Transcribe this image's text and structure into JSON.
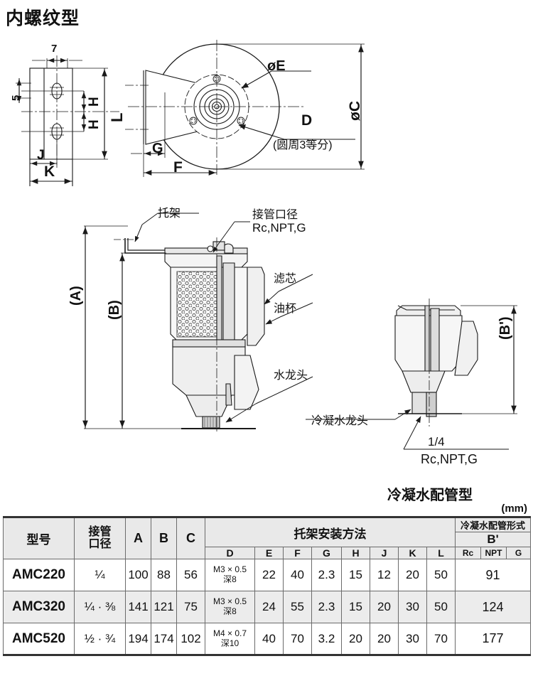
{
  "page": {
    "title": "内螺纹型",
    "unit_note": "(mm)"
  },
  "drawings": {
    "bracket_top_view": {
      "dim_7": "7",
      "dim_5": "5",
      "dim_H_upper": "H",
      "dim_H_lower": "H",
      "dim_L": "L",
      "dim_J": "J",
      "dim_K": "K"
    },
    "front_view": {
      "dim_G": "G",
      "dim_F": "F",
      "dim_oE": "øE",
      "dim_D": "D",
      "note_D": "(圆周3等分)",
      "dim_oC": "øC"
    },
    "section_view": {
      "label_bracket": "托架",
      "label_port": "接管口径",
      "label_port_sub": "Rc,NPT,G",
      "label_element": "滤芯",
      "label_bowl": "油杯",
      "label_drain": "水龙头",
      "dim_A": "(A)",
      "dim_B": "(B)"
    },
    "condensate_view": {
      "label_drain": "冷凝水龙头",
      "thread_size": "1/4",
      "thread_types": "Rc,NPT,G",
      "dim_Bprime": "(B')",
      "caption": "冷凝水配管型"
    }
  },
  "table": {
    "headers": {
      "model": "型号",
      "bore": "接管\n口径",
      "bore_line1": "接管",
      "bore_line2": "口径",
      "A": "A",
      "B": "B",
      "C": "C",
      "bracket_group": "托架安装方法",
      "condensate_group": "冷凝水配管形式",
      "bprime": "B'",
      "sub": [
        "D",
        "E",
        "F",
        "G",
        "H",
        "J",
        "K",
        "L"
      ],
      "cond_sub": [
        "Rc",
        "NPT",
        "G"
      ]
    },
    "rows": [
      {
        "model": "AMC220",
        "bore": "¼",
        "A": "100",
        "B": "88",
        "C": "56",
        "D_line1": "M3 × 0.5",
        "D_line2": "深8",
        "E": "22",
        "F": "40",
        "G": "2.3",
        "H": "15",
        "J": "12",
        "K": "20",
        "L": "50",
        "bprime": "91"
      },
      {
        "model": "AMC320",
        "bore": "¼ · ⅜",
        "A": "141",
        "B": "121",
        "C": "75",
        "D_line1": "M3 × 0.5",
        "D_line2": "深8",
        "E": "24",
        "F": "55",
        "G": "2.3",
        "H": "15",
        "J": "20",
        "K": "30",
        "L": "50",
        "bprime": "124"
      },
      {
        "model": "AMC520",
        "bore": "½ · ¾",
        "A": "194",
        "B": "174",
        "C": "102",
        "D_line1": "M4 × 0.7",
        "D_line2": "深10",
        "E": "40",
        "F": "70",
        "G": "3.2",
        "H": "20",
        "J": "20",
        "K": "30",
        "L": "70",
        "bprime": "177"
      }
    ]
  },
  "colors": {
    "line": "#1a1a1a",
    "fill_light": "#f2f2f2",
    "fill_mid": "#d9d9d9",
    "fill_dark": "#bfbfbf",
    "header_bg": "#e9e9e9",
    "alt_row_bg": "#ececec"
  }
}
